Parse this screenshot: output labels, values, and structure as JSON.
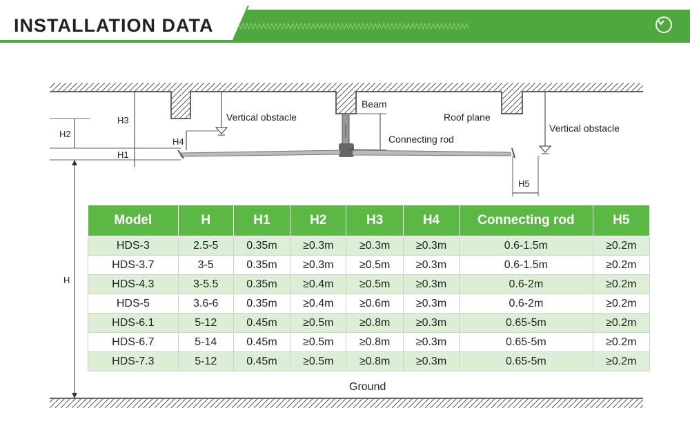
{
  "header": {
    "title": "INSTALLATION DATA",
    "accent_color": "#4fa83d",
    "check_icon": "check-circle-icon"
  },
  "diagram": {
    "labels": {
      "vertical_obstacle_left": "Vertical obstacle",
      "beam": "Beam",
      "roof_plane": "Roof plane",
      "vertical_obstacle_right": "Vertical obstacle",
      "connecting_rod": "Connecting rod",
      "ground": "Ground"
    },
    "dimensions": {
      "h": "H",
      "h1": "H1",
      "h2": "H2",
      "h3": "H3",
      "h4": "H4",
      "h5": "H5"
    }
  },
  "table": {
    "header_color": "#5cb845",
    "stripe_color": "#dcefd6",
    "headers": [
      "Model",
      "H",
      "H1",
      "H2",
      "H3",
      "H4",
      "Connecting rod",
      "H5"
    ],
    "rows": [
      [
        "HDS-3",
        "2.5-5",
        "0.35m",
        "≥0.3m",
        "≥0.3m",
        "≥0.3m",
        "0.6-1.5m",
        "≥0.2m"
      ],
      [
        "HDS-3.7",
        "3-5",
        "0.35m",
        "≥0.3m",
        "≥0.5m",
        "≥0.3m",
        "0.6-1.5m",
        "≥0.2m"
      ],
      [
        "HDS-4.3",
        "3-5.5",
        "0.35m",
        "≥0.4m",
        "≥0.5m",
        "≥0.3m",
        "0.6-2m",
        "≥0.2m"
      ],
      [
        "HDS-5",
        "3.6-6",
        "0.35m",
        "≥0.4m",
        "≥0.6m",
        "≥0.3m",
        "0.6-2m",
        "≥0.2m"
      ],
      [
        "HDS-6.1",
        "5-12",
        "0.45m",
        "≥0.5m",
        "≥0.8m",
        "≥0.3m",
        "0.65-5m",
        "≥0.2m"
      ],
      [
        "HDS-6.7",
        "5-14",
        "0.45m",
        "≥0.5m",
        "≥0.8m",
        "≥0.3m",
        "0.65-5m",
        "≥0.2m"
      ],
      [
        "HDS-7.3",
        "5-12",
        "0.45m",
        "≥0.5m",
        "≥0.8m",
        "≥0.3m",
        "0.65-5m",
        "≥0.2m"
      ]
    ]
  }
}
